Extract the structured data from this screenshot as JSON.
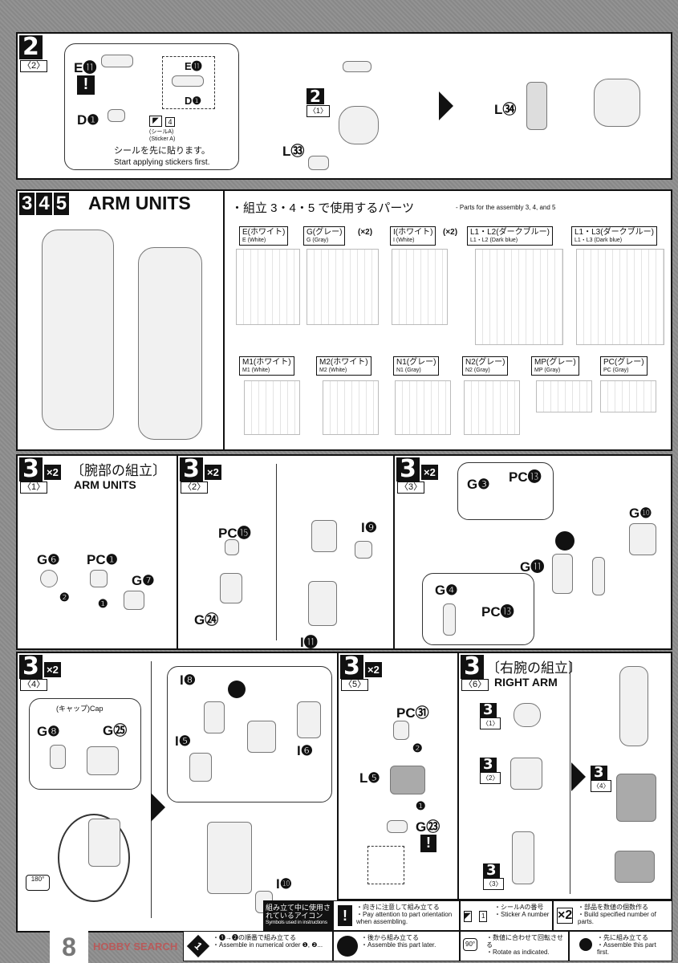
{
  "step2": {
    "num": "2",
    "sub": "〈2〉",
    "labels": {
      "e11": "E⓫",
      "e11b": "E⓫",
      "d1": "D❶",
      "d1b": "D❶",
      "l33": "L㉝",
      "l34": "L㉞"
    },
    "sub_step": {
      "num": "2",
      "sub": "〈1〉"
    },
    "sticker_num": "4",
    "sticker_jp": "(シールA)",
    "sticker_en": "(Sticker A)",
    "note_jp": "シールを先に貼ります。",
    "note_en": "Start applying stickers first."
  },
  "arm_units": {
    "nums": [
      "3",
      "4",
      "5"
    ],
    "title": "ARM UNITS",
    "parts_heading": "・組立 3・4・5 で使用するパーツ",
    "parts_heading_en": "- Parts for the assembly 3, 4, and 5",
    "runners": [
      {
        "jp": "E(ホワイト)",
        "en": "E (White)",
        "qty": ""
      },
      {
        "jp": "G(グレー)",
        "en": "G (Gray)",
        "qty": "(×2)"
      },
      {
        "jp": "I(ホワイト)",
        "en": "I (White)",
        "qty": "(×2)"
      },
      {
        "jp": "L1・L2(ダークブルー)",
        "en": "L1・L2 (Dark blue)",
        "qty": ""
      },
      {
        "jp": "L1・L3(ダークブルー)",
        "en": "L1・L3 (Dark blue)",
        "qty": ""
      },
      {
        "jp": "M1(ホワイト)",
        "en": "M1 (White)",
        "qty": ""
      },
      {
        "jp": "M2(ホワイト)",
        "en": "M2 (White)",
        "qty": ""
      },
      {
        "jp": "N1(グレー)",
        "en": "N1 (Gray)",
        "qty": ""
      },
      {
        "jp": "N2(グレー)",
        "en": "N2 (Gray)",
        "qty": ""
      },
      {
        "jp": "MP(グレー)",
        "en": "MP (Gray)",
        "qty": ""
      },
      {
        "jp": "PC(グレー)",
        "en": "PC (Gray)",
        "qty": ""
      }
    ]
  },
  "s31": {
    "num": "3",
    "sub": "〈1〉",
    "x2": "×2",
    "title_jp": "〔腕部の組立〕",
    "title_en": "ARM UNITS",
    "labels": [
      "G❻",
      "PC❶",
      "G❼",
      "❷",
      "❶"
    ]
  },
  "s32": {
    "num": "3",
    "sub": "〈2〉",
    "x2": "×2",
    "labels": [
      "PC⓯",
      "G㉔",
      "I❾",
      "I⓫"
    ]
  },
  "s33": {
    "num": "3",
    "sub": "〈3〉",
    "x2": "×2",
    "labels": [
      "G❸",
      "PC⓭",
      "G❿",
      "G⓫",
      "G❹",
      "PC⓭"
    ]
  },
  "s34": {
    "num": "3",
    "sub": "〈4〉",
    "x2": "×2",
    "labels": [
      "G❽",
      "G㉕",
      "I❽",
      "I❺",
      "I❻",
      "I❿",
      "(キャップ)Cap",
      "180°"
    ]
  },
  "s35": {
    "num": "3",
    "sub": "〈5〉",
    "x2": "×2",
    "labels": [
      "PC㉛",
      "L❺",
      "G㉓",
      "❷",
      "❶"
    ]
  },
  "s36": {
    "num": "3",
    "sub": "〈6〉",
    "title_jp": "〔右腕の組立〕",
    "title_en": "RIGHT ARM",
    "subs": [
      "〈1〉",
      "〈2〉",
      "〈3〉",
      "〈4〉"
    ],
    "nums": [
      "3",
      "3",
      "3",
      "3"
    ]
  },
  "legend": {
    "title_jp": "組み立て中に使用されているアイコン",
    "title_en": "Symbols used in instructions",
    "items": [
      {
        "jp": "・向きに注意して組み立てる",
        "en": "・Pay attention to part orientation when assembling."
      },
      {
        "jp": "・シールAの番号",
        "en": "・Sticker A number",
        "num": "1"
      },
      {
        "jp": "・部品を数値の個数作る",
        "en": "・Build specified number of parts.",
        "badge": "×2"
      },
      {
        "jp": "・❶→❷の順番で組み立てる",
        "en": "・Assemble in numerical order ❶, ❷...",
        "badge": "1"
      },
      {
        "jp": "・後から組み立てる",
        "en": "・Assemble this part later."
      },
      {
        "jp": "・数値に合わせて回転させる",
        "en": "・Rotate as indicated.",
        "badge": "90°"
      },
      {
        "jp": "・先に組み立てる",
        "en": "・Assemble this part first."
      }
    ]
  },
  "page_number": "8",
  "watermark": "HOBBY SEARCH"
}
